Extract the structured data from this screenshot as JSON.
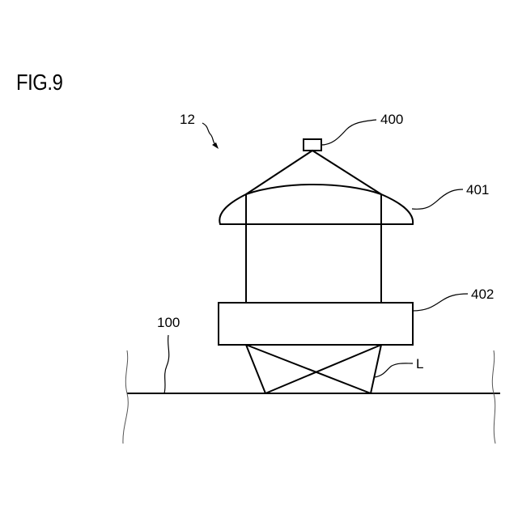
{
  "figure": {
    "title": "FIG.9",
    "labels": {
      "device": "12",
      "sensor": "400",
      "upper_housing": "401",
      "lower_housing": "402",
      "surface": "100",
      "legs": "L"
    }
  }
}
